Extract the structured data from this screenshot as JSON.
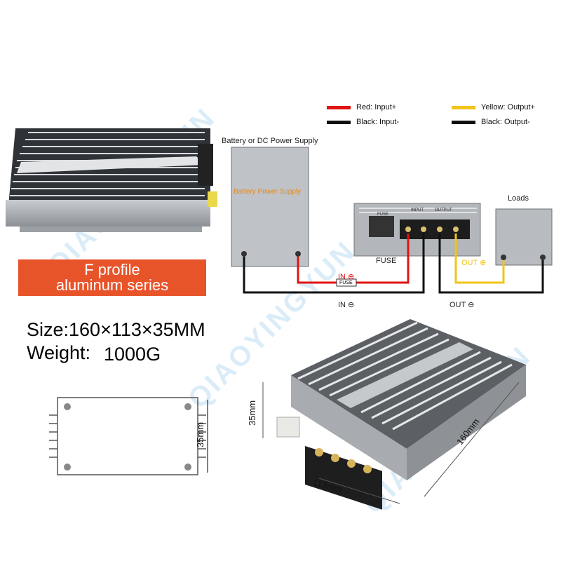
{
  "legend": {
    "red": {
      "label": "Red: Input+",
      "color": "#e01414"
    },
    "black_in": {
      "label": "Black: Input-",
      "color": "#111111"
    },
    "yellow": {
      "label": "Yellow: Output+",
      "color": "#f2c418"
    },
    "black_out": {
      "label": "Black: Output-",
      "color": "#111111"
    }
  },
  "badge": {
    "line1": "F profile",
    "line2": "aluminum series",
    "color": "#e8542a"
  },
  "specs": {
    "size": "Size:160×113×35MM",
    "weight_label": "Weight:",
    "weight_value": "1000G"
  },
  "wiring": {
    "battery_title": "Battery or DC Power Supply",
    "battery_label": "Battery Power Supply",
    "loads_title": "Loads",
    "fuse_label": "FUSE",
    "fuse_small": "FUSE",
    "fuse_box_label": "FUSE",
    "input_label": "INPUT",
    "output_label": "OUTPUT",
    "in_plus": "IN ⊕",
    "in_minus": "IN ⊖",
    "out_plus": "OUT ⊕",
    "out_minus": "OUT ⊖"
  },
  "dimensions": {
    "height": "35mm",
    "length": "160mm",
    "width": "113mm",
    "side_height": "35mm"
  },
  "watermark": "QIAOYINGYUN"
}
